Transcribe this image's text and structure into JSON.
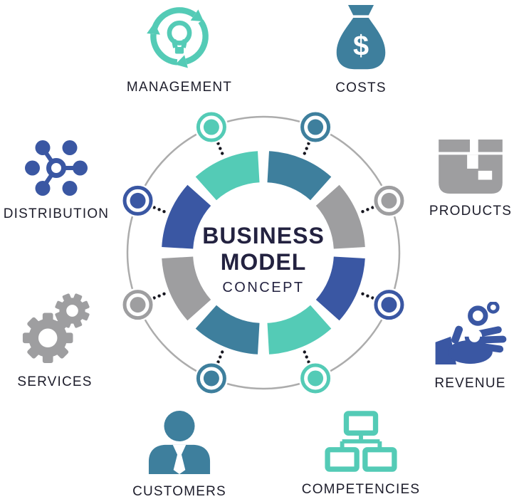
{
  "palette": {
    "teal": "#54CBB6",
    "steel": "#3E7F9D",
    "gray": "#9E9EA0",
    "blue": "#3A57A3",
    "navy": "#232240",
    "ring_line": "#ACACAC",
    "dot": "#16161F",
    "label_text": "#1D1D2B"
  },
  "diagram": {
    "title_line1": "BUSINESS",
    "title_line2": "MODEL",
    "subtitle": "CONCEPT",
    "segments_clockwise_from_top": [
      "steel",
      "gray",
      "blue",
      "teal",
      "steel",
      "gray",
      "blue",
      "teal"
    ],
    "nodes_clockwise_from_top": [
      "steel",
      "gray",
      "blue",
      "teal",
      "steel",
      "gray",
      "blue",
      "teal"
    ]
  },
  "items": [
    {
      "id": "management",
      "label": "MANAGEMENT",
      "icon": "cycle-bulb-icon",
      "color": "teal"
    },
    {
      "id": "costs",
      "label": "COSTS",
      "icon": "money-bag-icon",
      "color": "steel"
    },
    {
      "id": "distribution",
      "label": "DISTRIBUTION",
      "icon": "network-hub-icon",
      "color": "blue"
    },
    {
      "id": "products",
      "label": "PRODUCTS",
      "icon": "package-box-icon",
      "color": "gray"
    },
    {
      "id": "services",
      "label": "SERVICES",
      "icon": "gears-icon",
      "color": "gray"
    },
    {
      "id": "revenue",
      "label": "REVENUE",
      "icon": "hand-coins-icon",
      "color": "blue"
    },
    {
      "id": "customers",
      "label": "CUSTOMERS",
      "icon": "person-icon",
      "color": "steel"
    },
    {
      "id": "competencies",
      "label": "COMPETENCIES",
      "icon": "org-chart-icon",
      "color": "teal"
    }
  ]
}
